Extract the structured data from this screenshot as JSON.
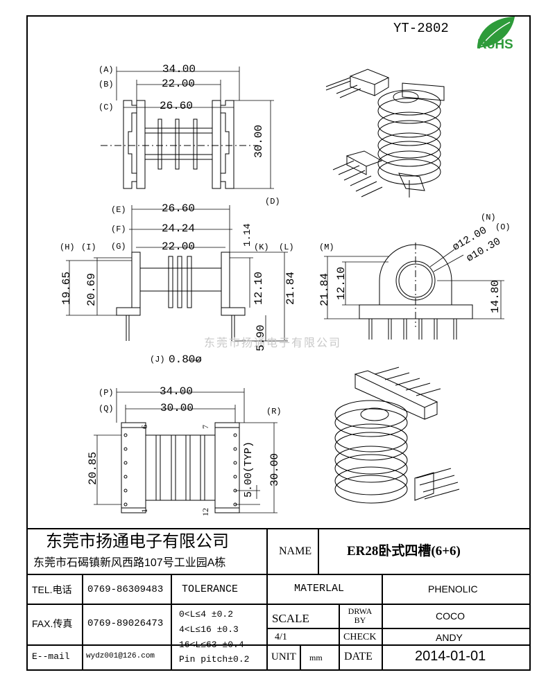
{
  "header": {
    "part_number": "YT-2802",
    "rohs_label": "RoHS",
    "brand_color": "#2e9b3a"
  },
  "watermark": "东莞市扬通电子有限公司",
  "top_view": {
    "labels": [
      "(A)",
      "(B)",
      "(C)",
      "(D)"
    ],
    "dims": [
      "34.00",
      "22.00",
      "26.60",
      "30.00"
    ]
  },
  "side_view": {
    "labels": [
      "(E)",
      "(F)",
      "(G)",
      "(H)",
      "(I)",
      "(K)",
      "(L)",
      "(J)"
    ],
    "dims": [
      "26.60",
      "24.24",
      "22.00",
      "1.14",
      "19.65",
      "20.69",
      "12.10",
      "21.84",
      "5.90",
      "0.80ø"
    ]
  },
  "front_view": {
    "labels": [
      "(M)",
      "(N)",
      "(O)"
    ],
    "dims": [
      "ø12.00",
      "ø10.30",
      "21.84",
      "12.10",
      "14.80"
    ]
  },
  "bottom_view": {
    "labels": [
      "(P)",
      "(Q)",
      "(R)"
    ],
    "dims": [
      "34.00",
      "30.00",
      "20.85",
      "5.00(TYP)",
      "30.00"
    ],
    "pin_numbers": [
      "6",
      "7",
      "1",
      "12"
    ]
  },
  "title_block": {
    "company_name": "东莞市扬通电子有限公司",
    "company_address": "东莞市石碣镇新风西路107号工业园A栋",
    "name_label": "NAME",
    "name_value": "ER28卧式四槽(6+6)",
    "tel_label": "TEL.电话",
    "tel_value": "0769-86309483",
    "fax_label": "FAX.传真",
    "fax_value": "0769-89026473",
    "email_label": "E--mail",
    "email_value": "wydz001@126.com",
    "tolerance_label": "TOLERANCE",
    "tolerance_lines": [
      "0<L≤4    ±0.2",
      "4<L≤16   ±0.3",
      "16<L≤63  ±0.4",
      "Pin pitch±0.2"
    ],
    "material_label": "MATERLAL",
    "material_value": "PHENOLIC",
    "scale_label": "SCALE",
    "scale_value": "4/1",
    "drawn_by_label": "DRWA BY",
    "drawn_by_value": "COCO",
    "check_label": "CHECK",
    "check_value": "ANDY",
    "unit_label": "UNIT",
    "unit_value": "mm",
    "date_label": "DATE",
    "date_value": "2014-01-01"
  }
}
